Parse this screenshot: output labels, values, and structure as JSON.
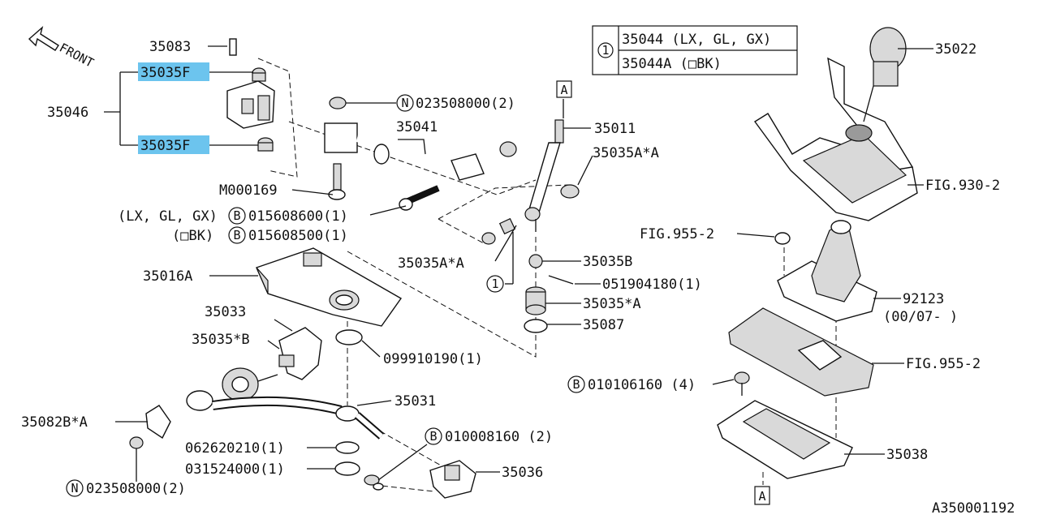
{
  "front_label": "FRONT",
  "legend": {
    "number": "1",
    "row1": "35044 (LX, GL, GX)",
    "row2": "35044A (□BK)"
  },
  "callouts": {
    "p35083": "35083",
    "p35035F_top": "35035F",
    "p35046": "35046",
    "p35035F_bottom": "35035F",
    "m000169": "M000169",
    "n023508000_top": "023508000(2)",
    "p35041": "35041",
    "b015608600_prefix": "(LX, GL, GX)",
    "b015608600": "015608600(1)",
    "b015608500_prefix": "(□BK)",
    "b015608500": "015608500(1)",
    "p35016A": "35016A",
    "p35011": "35011",
    "p35035A_A_top": "35035A*A",
    "p35035A_A_mid": "35035A*A",
    "p35035B": "35035B",
    "p051904180": "051904180(1)",
    "p35035_A": "35035*A",
    "p35087": "35087",
    "p35033": "35033",
    "p35035_B": "35035*B",
    "p099910190": "099910190(1)",
    "p35031": "35031",
    "p35082B_A": "35082B*A",
    "p062620210": "062620210(1)",
    "p031524000": "031524000(1)",
    "b010008160": "010008160 (2)",
    "p35036": "35036",
    "n023508000_bottom": "023508000(2)",
    "p35022": "35022",
    "fig930_2": "FIG.930-2",
    "fig955_2_top": "FIG.955-2",
    "p92123": "92123",
    "p92123_note": "(00/07-     )",
    "fig955_2_bottom": "FIG.955-2",
    "b010106160": "010106160 (4)",
    "p35038": "35038",
    "circle1_mid": "1",
    "ref_a_top": "A",
    "ref_a_bottom": "A",
    "diagram_id": "A350001192"
  },
  "symbols": {
    "n": "N",
    "b": "B"
  },
  "colors": {
    "highlight": "#6cc4ee",
    "line": "#111111"
  }
}
